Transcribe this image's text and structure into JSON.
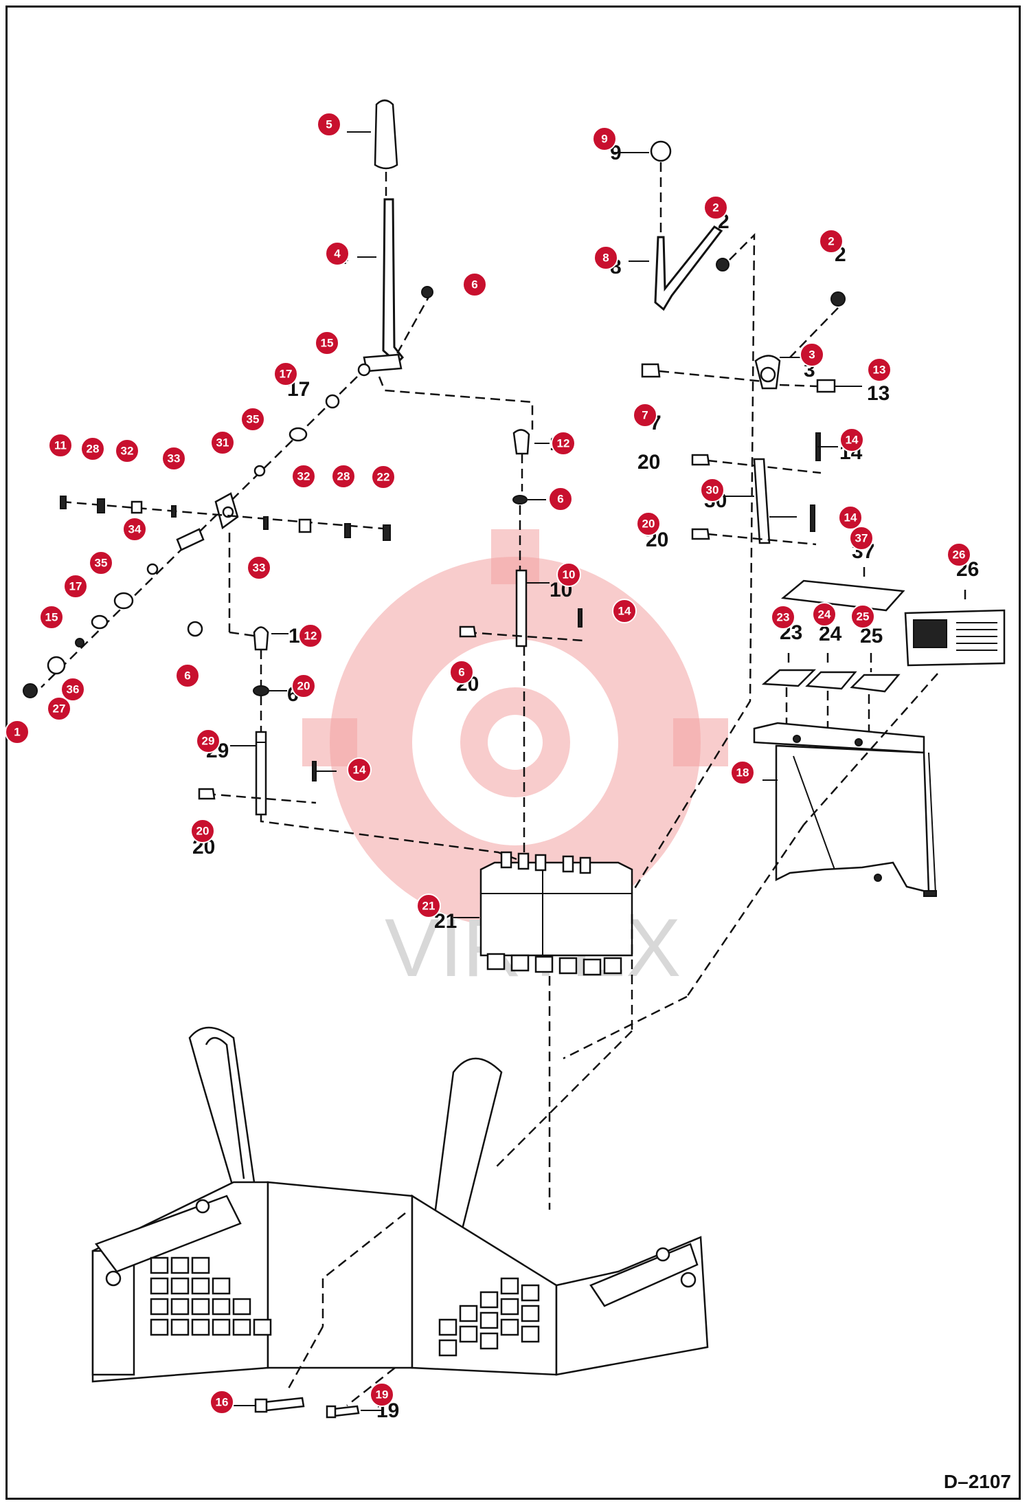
{
  "drawing_id": "D–2107",
  "watermark_text": "VIRTEX",
  "accent_color": "#c8102e",
  "callouts": [
    {
      "n": "5"
    },
    {
      "n": "9"
    },
    {
      "n": "2"
    },
    {
      "n": "2"
    },
    {
      "n": "8"
    },
    {
      "n": "4"
    },
    {
      "n": "6"
    },
    {
      "n": "15"
    },
    {
      "n": "3"
    },
    {
      "n": "13"
    },
    {
      "n": "17"
    },
    {
      "n": "7"
    },
    {
      "n": "35"
    },
    {
      "n": "12"
    },
    {
      "n": "14"
    },
    {
      "n": "11"
    },
    {
      "n": "28"
    },
    {
      "n": "32"
    },
    {
      "n": "33"
    },
    {
      "n": "31"
    },
    {
      "n": "32"
    },
    {
      "n": "28"
    },
    {
      "n": "22"
    },
    {
      "n": "6"
    },
    {
      "n": "30"
    },
    {
      "n": "34"
    },
    {
      "n": "20"
    },
    {
      "n": "14"
    },
    {
      "n": "37"
    },
    {
      "n": "33"
    },
    {
      "n": "35"
    },
    {
      "n": "26"
    },
    {
      "n": "17"
    },
    {
      "n": "10"
    },
    {
      "n": "14"
    },
    {
      "n": "15"
    },
    {
      "n": "23"
    },
    {
      "n": "24"
    },
    {
      "n": "25"
    },
    {
      "n": "12"
    },
    {
      "n": "6"
    },
    {
      "n": "20"
    },
    {
      "n": "6"
    },
    {
      "n": "36"
    },
    {
      "n": "27"
    },
    {
      "n": "1"
    },
    {
      "n": "29"
    },
    {
      "n": "14"
    },
    {
      "n": "18"
    },
    {
      "n": "20"
    },
    {
      "n": "21"
    },
    {
      "n": "16"
    },
    {
      "n": "19"
    }
  ],
  "printed_numbers": [
    "9",
    "2",
    "2",
    "8",
    "4",
    "3",
    "13",
    "17",
    "7",
    "12",
    "14",
    "20",
    "30",
    "20",
    "37",
    "26",
    "10",
    "23",
    "24",
    "25",
    "12",
    "6",
    "20",
    "29",
    "20",
    "21",
    "19"
  ]
}
